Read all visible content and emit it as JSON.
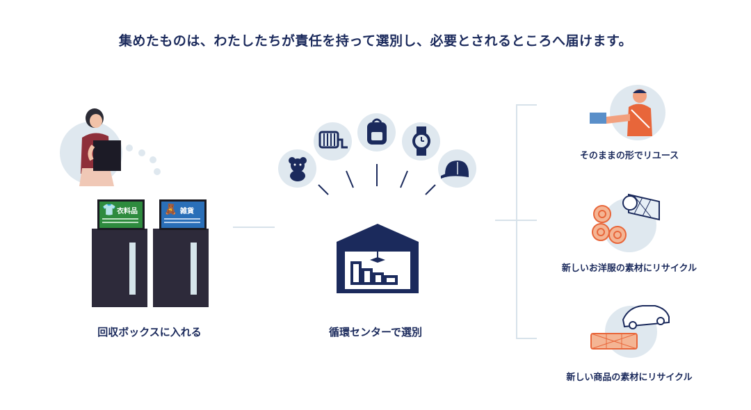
{
  "title": "集めたものは、わたしたちが責任を持って選別し、必要とされるところへ届けます。",
  "steps": {
    "collect": {
      "caption": "回収ボックスに入れる"
    },
    "sort": {
      "caption": "循環センターで選別"
    }
  },
  "bins": [
    {
      "label": "衣料品",
      "color": "#2e8b3e"
    },
    {
      "label": "雑貨",
      "color": "#2a6fb8"
    }
  ],
  "outcomes": [
    {
      "caption": "そのままの形でリユース"
    },
    {
      "caption": "新しいお洋服の素材にリサイクル"
    },
    {
      "caption": "新しい商品の素材にリサイクル"
    }
  ],
  "colors": {
    "navy": "#1b2a5c",
    "orange": "#e8663a",
    "circle": "#dfe8ef"
  }
}
